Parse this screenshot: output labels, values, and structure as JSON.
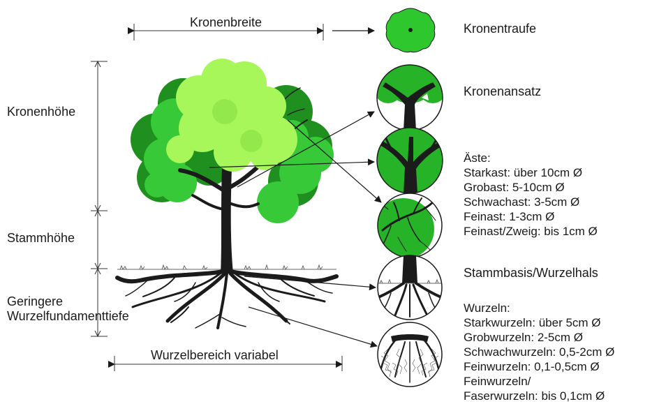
{
  "dimensions": {
    "crown_width": "Kronenbreite",
    "crown_height": "Kronenhöhe",
    "trunk_height": "Stammhöhe",
    "root_depth_line1": "Geringere",
    "root_depth_line2": "Wurzelfundamenttiefe",
    "root_zone": "Wurzelbereich variabel"
  },
  "parts": {
    "drip_line": "Kronentraufe",
    "crown_base": "Kronenansatz",
    "branches": {
      "title": "Äste:",
      "items": [
        "Starkast: über 10cm Ø",
        "Grobast: 5-10cm Ø",
        "Schwachast: 3-5cm Ø",
        "Feinast: 1-3cm Ø",
        "Feinast/Zweig: bis 1cm Ø"
      ]
    },
    "trunk_base": "Stammbasis/Wurzelhals",
    "roots": {
      "title": "Wurzeln:",
      "items": [
        "Starkwurzeln: über 5cm Ø",
        "Grobwurzeln: 2-5cm Ø",
        "Schwachwurzeln: 0,5-2cm Ø",
        "Feinwurzeln: 0,1-0,5cm Ø",
        "Feinwurzeln/",
        "Faserwurzeln: bis 0,1cm Ø"
      ]
    }
  },
  "colors": {
    "dark_green": "#1f8f1f",
    "mid_green": "#37c937",
    "light_green": "#a8f75a",
    "bark": "#1b1b1b"
  }
}
